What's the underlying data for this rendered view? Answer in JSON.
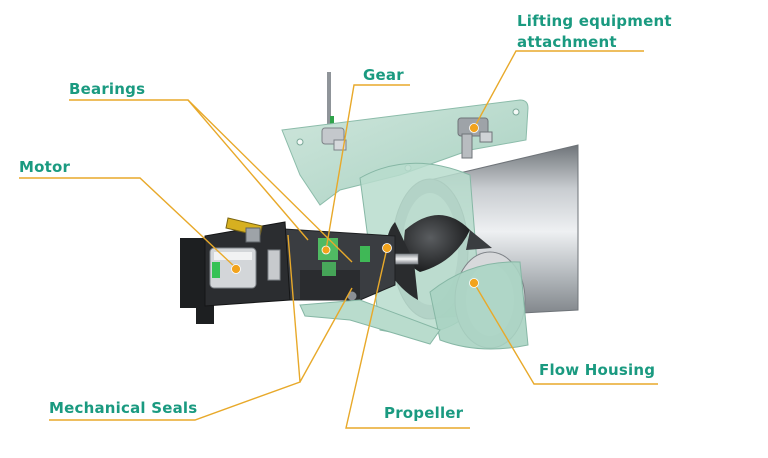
{
  "labels": {
    "lifting_line1": "Lifting equipment",
    "lifting_line2": "attachment",
    "gear": "Gear",
    "bearings": "Bearings",
    "motor": "Motor",
    "flow_housing": "Flow Housing",
    "mechanical_seals": "Mechanical Seals",
    "propeller": "Propeller"
  },
  "colors": {
    "label_text": "#1a9a80",
    "leader_line": "#e8a92a",
    "marker_dot": "#f2a31c",
    "bracket_plate": "#b9dccd",
    "housing_steel": "#a9adb1",
    "motor_body": "#2b2d30"
  }
}
